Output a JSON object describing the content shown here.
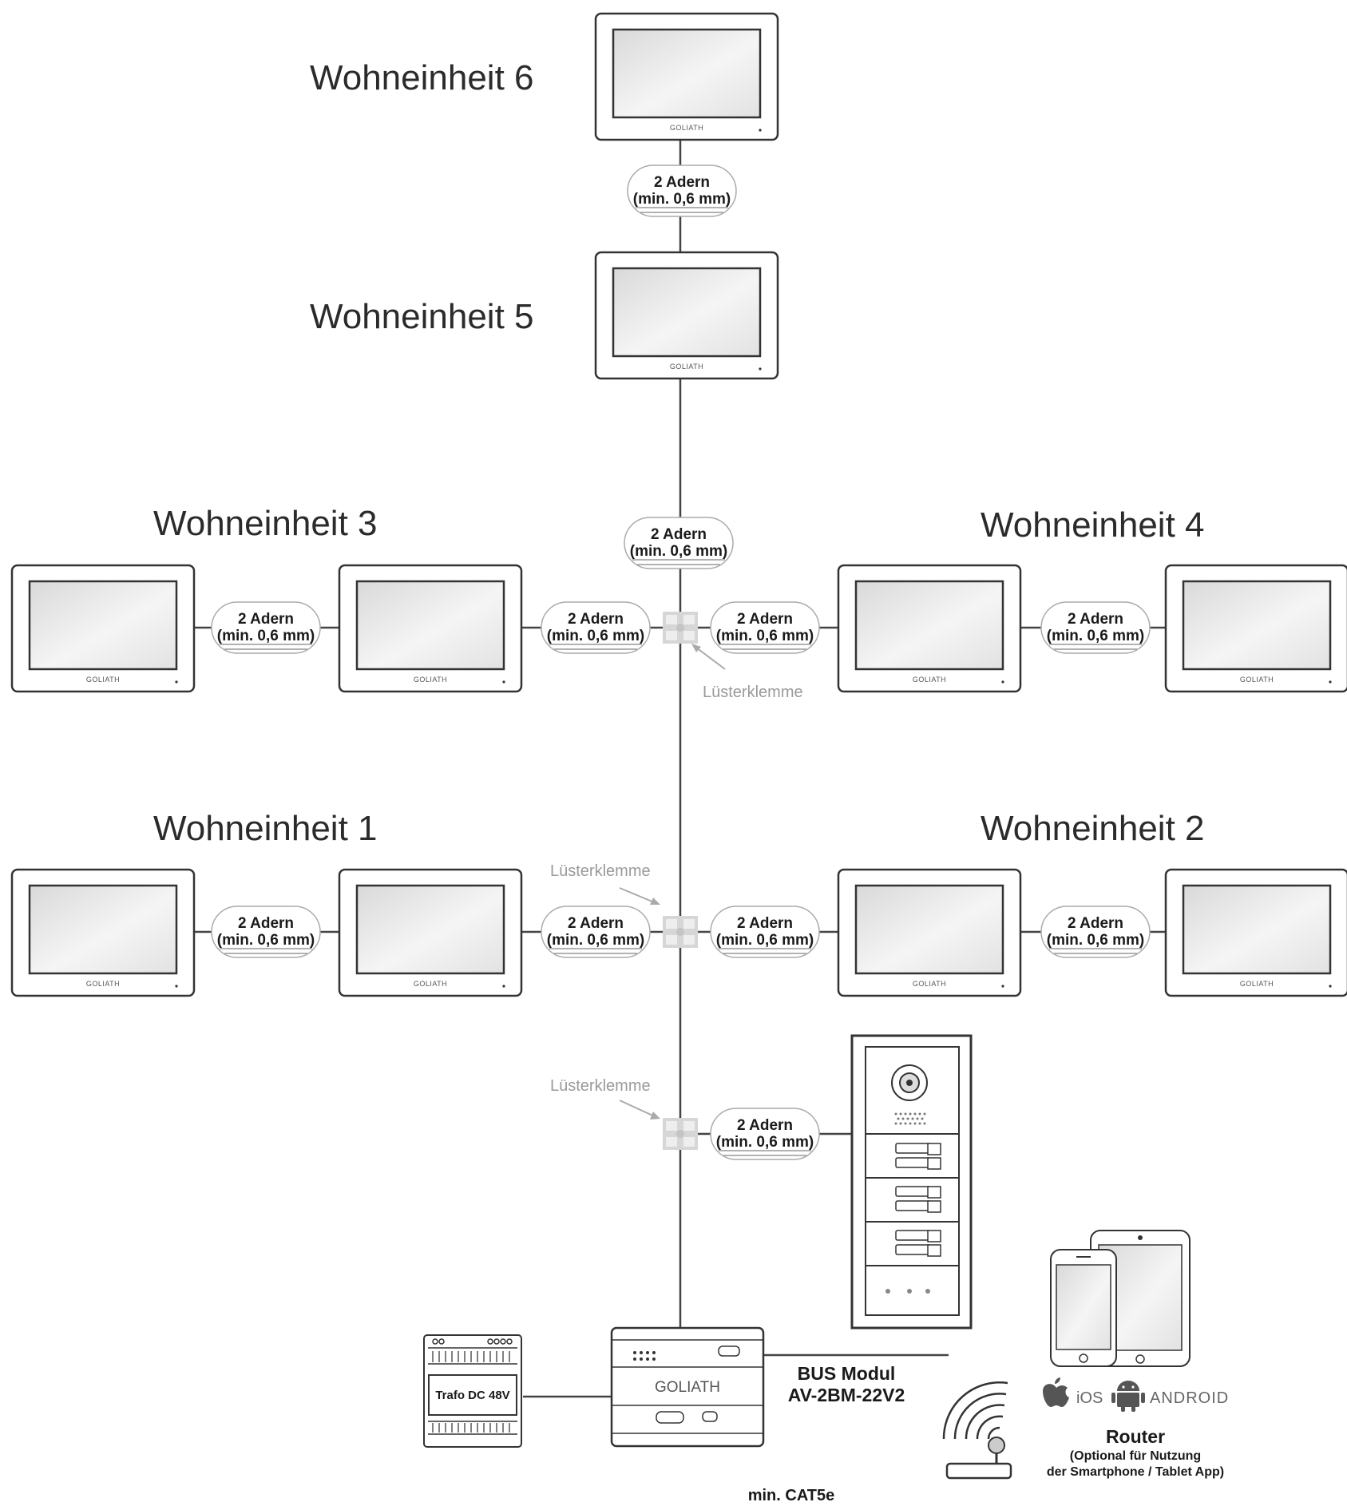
{
  "units": [
    {
      "id": "6",
      "title": "Wohneinheit 6"
    },
    {
      "id": "5",
      "title": "Wohneinheit 5"
    },
    {
      "id": "3",
      "title": "Wohneinheit 3"
    },
    {
      "id": "4",
      "title": "Wohneinheit 4"
    },
    {
      "id": "1",
      "title": "Wohneinheit 1"
    },
    {
      "id": "2",
      "title": "Wohneinheit 2"
    }
  ],
  "monitor_brand": "GOLIATH",
  "cable": {
    "line1": "2 Adern",
    "line2": "(min. 0,6 mm)"
  },
  "terminal_note": "Lüsterklemme",
  "bus_module": {
    "line1": "BUS Modul",
    "line2": "AV-2BM-22V2",
    "brand": "GOLIATH"
  },
  "power_supply": {
    "label": "Trafo DC 48V"
  },
  "router": {
    "title": "Router",
    "note_line1": "(Optional für Nutzung",
    "note_line2": "der Smartphone / Tablet App)"
  },
  "os": {
    "ios": "iOS",
    "android": "ANDROID"
  },
  "network_cable": {
    "label": "min. CAT5e"
  },
  "colors": {
    "line": "#444444",
    "terminal": "#cfcfcf",
    "note": "#9a9a9a",
    "screen": "#e9e9e9"
  }
}
